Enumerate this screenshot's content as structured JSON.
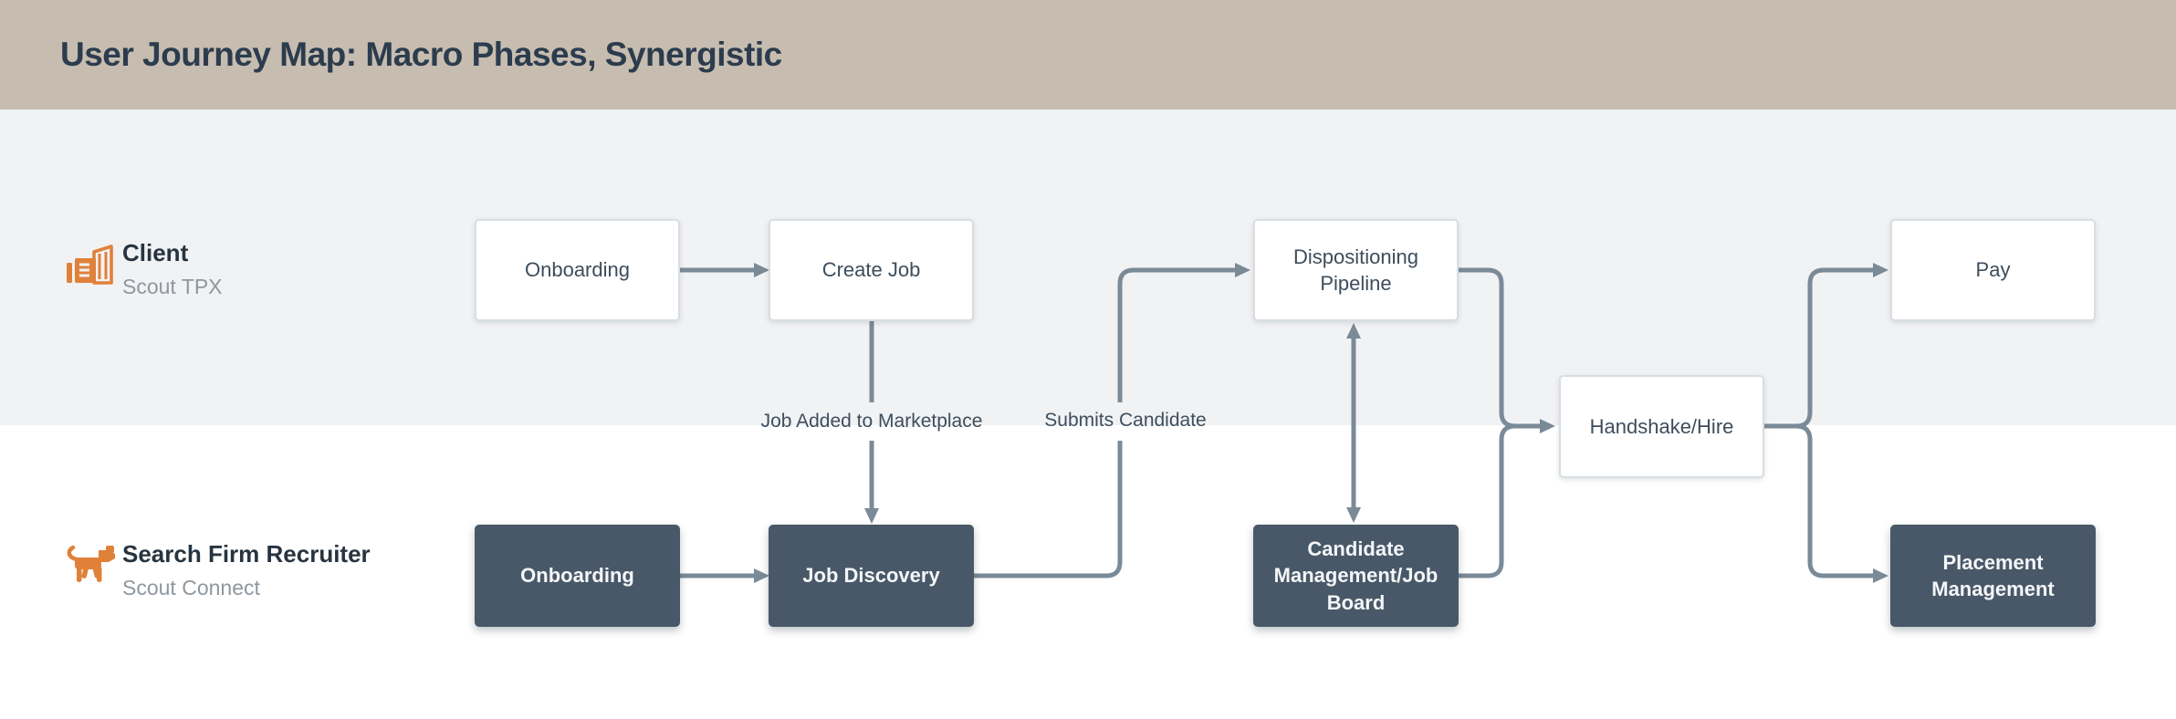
{
  "header": {
    "title": "User Journey Map: Macro Phases, Synergistic"
  },
  "lanes": [
    {
      "id": "client",
      "actor": "Client",
      "platform": "Scout TPX",
      "icon": "building-icon"
    },
    {
      "id": "recruiter",
      "actor": "Search Firm Recruiter",
      "platform": "Scout Connect",
      "icon": "dog-icon"
    }
  ],
  "nodes": [
    {
      "id": "client-onboarding",
      "label": "Onboarding",
      "lane": "client",
      "style": "light"
    },
    {
      "id": "create-job",
      "label": "Create Job",
      "lane": "client",
      "style": "light"
    },
    {
      "id": "dispositioning-pipeline",
      "label": "Dispositioning Pipeline",
      "lane": "client",
      "style": "light"
    },
    {
      "id": "pay",
      "label": "Pay",
      "lane": "client",
      "style": "light"
    },
    {
      "id": "handshake-hire",
      "label": "Handshake/Hire",
      "lane": "shared",
      "style": "light"
    },
    {
      "id": "recruiter-onboarding",
      "label": "Onboarding",
      "lane": "recruiter",
      "style": "dark"
    },
    {
      "id": "job-discovery",
      "label": "Job Discovery",
      "lane": "recruiter",
      "style": "dark"
    },
    {
      "id": "candidate-management",
      "label": "Candidate Management/Job Board",
      "lane": "recruiter",
      "style": "dark"
    },
    {
      "id": "placement-management",
      "label": "Placement Management",
      "lane": "recruiter",
      "style": "dark"
    }
  ],
  "connections": [
    {
      "from": "client-onboarding",
      "to": "create-job"
    },
    {
      "from": "create-job",
      "to": "job-discovery",
      "label": "Job Added to Marketplace"
    },
    {
      "from": "recruiter-onboarding",
      "to": "job-discovery"
    },
    {
      "from": "job-discovery",
      "to": "dispositioning-pipeline",
      "label": "Submits Candidate"
    },
    {
      "from": "dispositioning-pipeline",
      "to": "candidate-management",
      "bidirectional": true
    },
    {
      "from": "dispositioning-pipeline",
      "to": "handshake-hire"
    },
    {
      "from": "candidate-management",
      "to": "handshake-hire"
    },
    {
      "from": "handshake-hire",
      "to": "pay"
    },
    {
      "from": "handshake-hire",
      "to": "placement-management"
    }
  ],
  "colors": {
    "header_bg": "#c6bdb0",
    "title_text": "#2c3c4e",
    "client_lane_bg": "#f1f2f4",
    "recruiter_lane_bg": "#ffffff",
    "connector": "#7b8a97",
    "node_light_bg": "#ffffff",
    "node_light_border": "#d8dee3",
    "node_light_text": "#3d4d5c",
    "node_dark_bg": "#485868",
    "node_dark_text": "#f4f6f8",
    "accent_orange": "#e0813a",
    "actor_text": "#273440",
    "platform_text": "#8e97a0"
  }
}
